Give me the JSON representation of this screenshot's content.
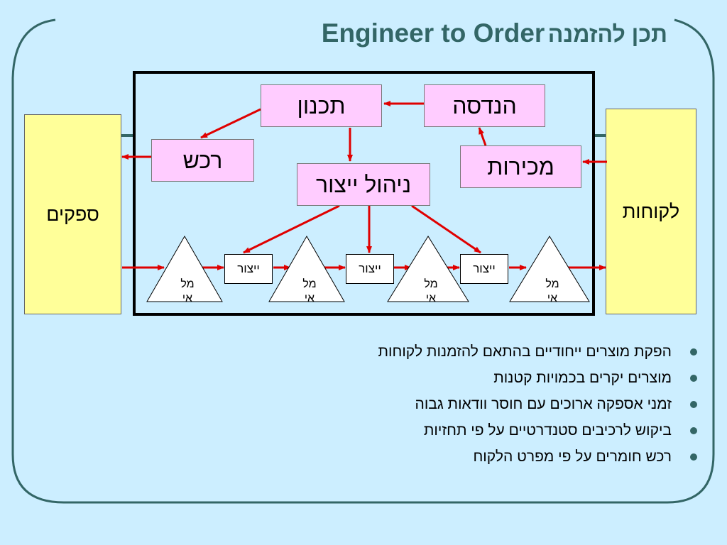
{
  "title": {
    "hebrew": "תכן להזמנה",
    "english": "Engineer to Order"
  },
  "side": {
    "suppliers": "ספקים",
    "customers": "לקוחות"
  },
  "departments": {
    "engineering": "הנדסה",
    "planning": "תכנון",
    "procurement": "רכש",
    "sales": "מכירות",
    "production_management": "ניהול ייצור"
  },
  "production": {
    "step_label": "ייצור",
    "inventory_line1": "מל",
    "inventory_line2": "אי"
  },
  "bullets": [
    "הפקת מוצרים ייחודיים בהתאם להזמנות לקוחות",
    "מוצרים יקרים בכמויות קטנות",
    "זמני אספקה ארוכים עם חוסר וודאות גבוה",
    "ביקוש לרכיבים סטנדרטיים על פי תחזיות",
    "רכש חומרים על פי מפרט הלקוח"
  ],
  "colors": {
    "background": "#cceeff",
    "title": "#336666",
    "frame": "#336666",
    "department_fill": "#ffccff",
    "side_fill": "#ffff99",
    "arrow": "#e00000"
  }
}
